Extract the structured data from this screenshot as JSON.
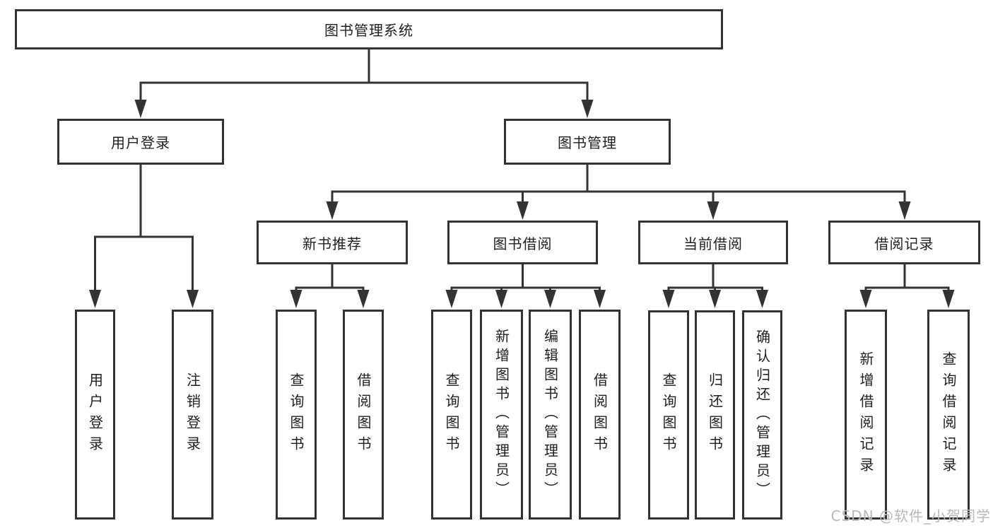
{
  "diagram": {
    "root": {
      "label": "图书管理系统"
    },
    "level2": [
      {
        "label": "用户登录"
      },
      {
        "label": "图书管理"
      }
    ],
    "level3": [
      {
        "label": "新书推荐"
      },
      {
        "label": "图书借阅"
      },
      {
        "label": "当前借阅"
      },
      {
        "label": "借阅记录"
      }
    ],
    "leaves": [
      {
        "label": "用户登录"
      },
      {
        "label": "注销登录"
      },
      {
        "label": "查询图书"
      },
      {
        "label": "借阅图书"
      },
      {
        "label": "查询图书"
      },
      {
        "label": "新增图书（管理员）"
      },
      {
        "label": "编辑图书（管理员）"
      },
      {
        "label": "借阅图书"
      },
      {
        "label": "查询图书"
      },
      {
        "label": "归还图书"
      },
      {
        "label": "确认归还（管理员）"
      },
      {
        "label": "新增借阅记录"
      },
      {
        "label": "查询借阅记录"
      }
    ]
  },
  "watermark": {
    "text": "CSDN @软件_小贺同学"
  },
  "colors": {
    "line": "#333333",
    "box_border": "#333333",
    "text": "#1f1f1f",
    "watermark": "#b9b9b9",
    "background": "#ffffff"
  }
}
